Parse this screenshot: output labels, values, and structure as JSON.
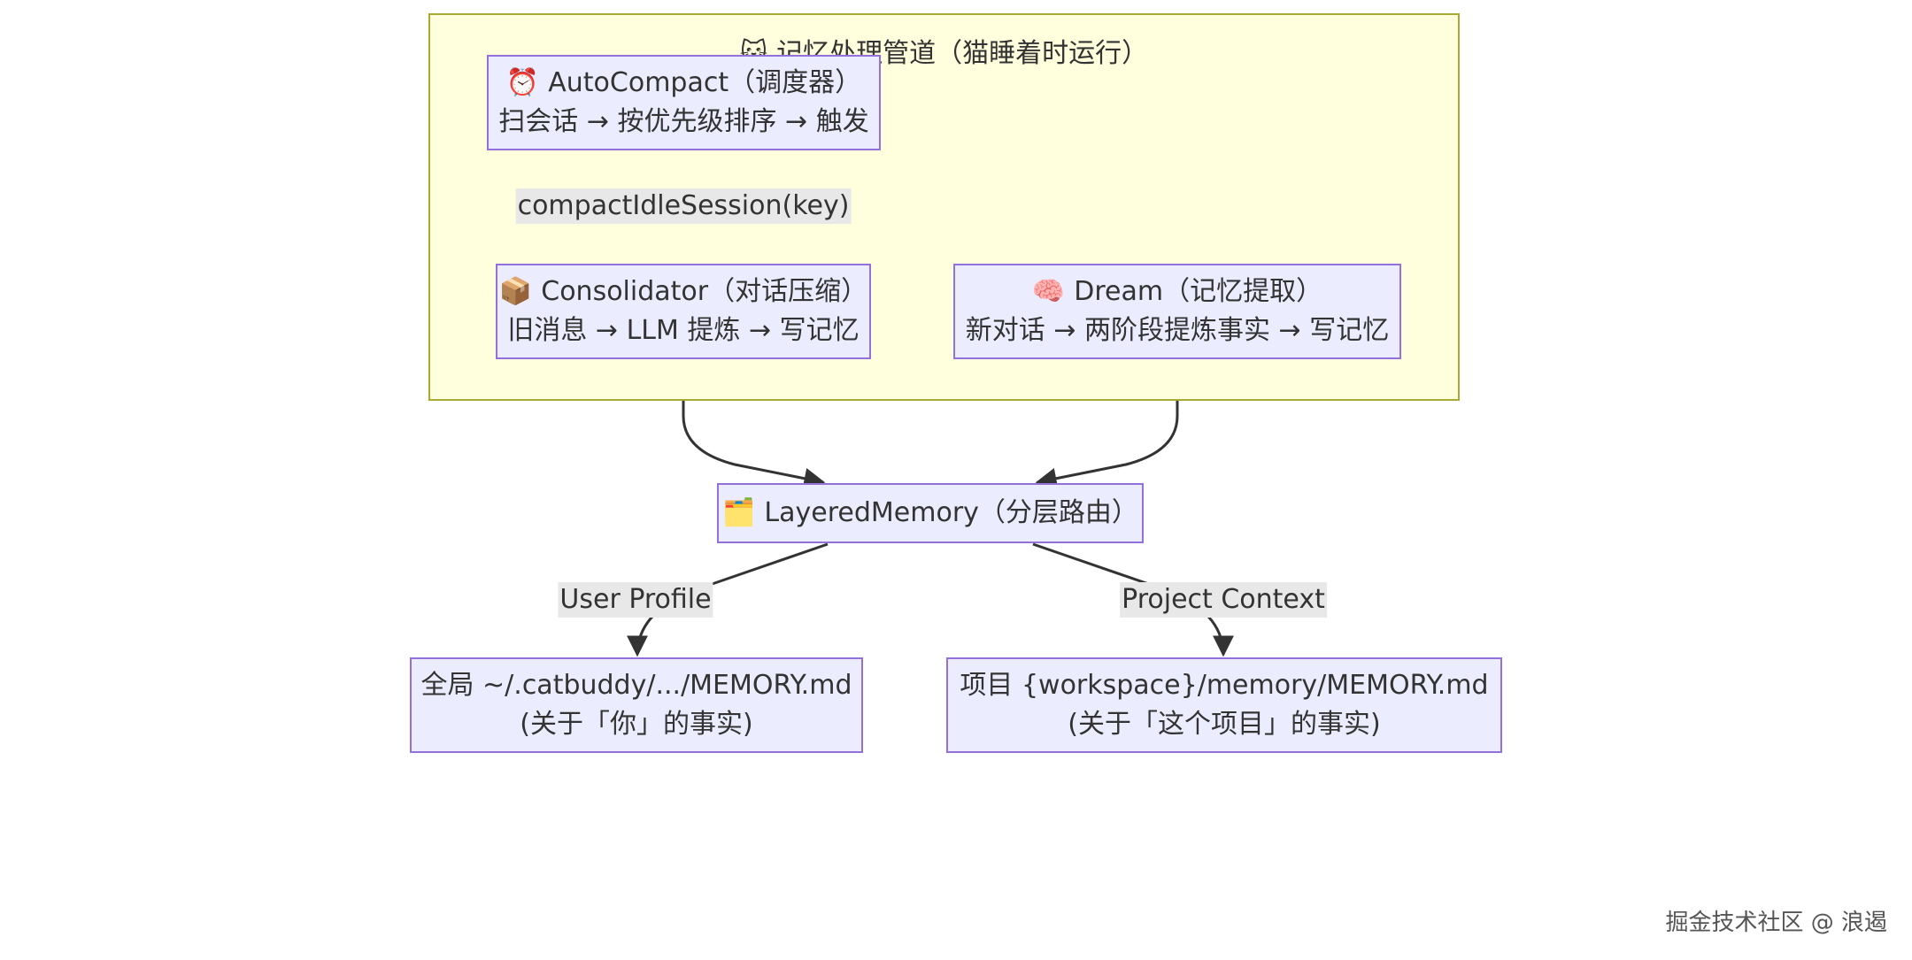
{
  "cluster": {
    "icon": "cat-face-icon",
    "icon_glyph": "🐱",
    "title": "记忆处理管道（猫睡着时运行）"
  },
  "nodes": {
    "autocompact": {
      "icon": "alarm-clock-icon",
      "icon_glyph": "⏰",
      "line1": "AutoCompact（调度器）",
      "line2": "扫会话 → 按优先级排序 → 触发"
    },
    "consolidator": {
      "icon": "package-icon",
      "icon_glyph": "📦",
      "line1": "Consolidator（对话压缩）",
      "line2": "旧消息 → LLM 提炼 → 写记忆"
    },
    "dream": {
      "icon": "brain-icon",
      "icon_glyph": "🧠",
      "line1": "Dream（记忆提取）",
      "line2": "新对话 → 两阶段提炼事实 → 写记忆"
    },
    "layered": {
      "icon": "folder-icon",
      "icon_glyph": "🗂️",
      "line1": "LayeredMemory（分层路由）"
    },
    "global": {
      "line1": "全局 ~/.catbuddy/.../MEMORY.md",
      "line2": "(关于「你」的事实)"
    },
    "project": {
      "line1": "项目 {workspace}/memory/MEMORY.md",
      "line2": "(关于「这个项目」的事实)"
    }
  },
  "edges": {
    "compact": "compactIdleSession(key)",
    "user_profile": "User Profile",
    "project_context": "Project Context"
  },
  "colors": {
    "cluster_fill": "#ffffde",
    "cluster_border": "#aaaa33",
    "node_fill": "#ececff",
    "node_border": "#9370db",
    "edge": "#333333",
    "edge_label_bg": "#e8e8e8"
  },
  "watermark": "掘金技术社区 @ 浪遏"
}
